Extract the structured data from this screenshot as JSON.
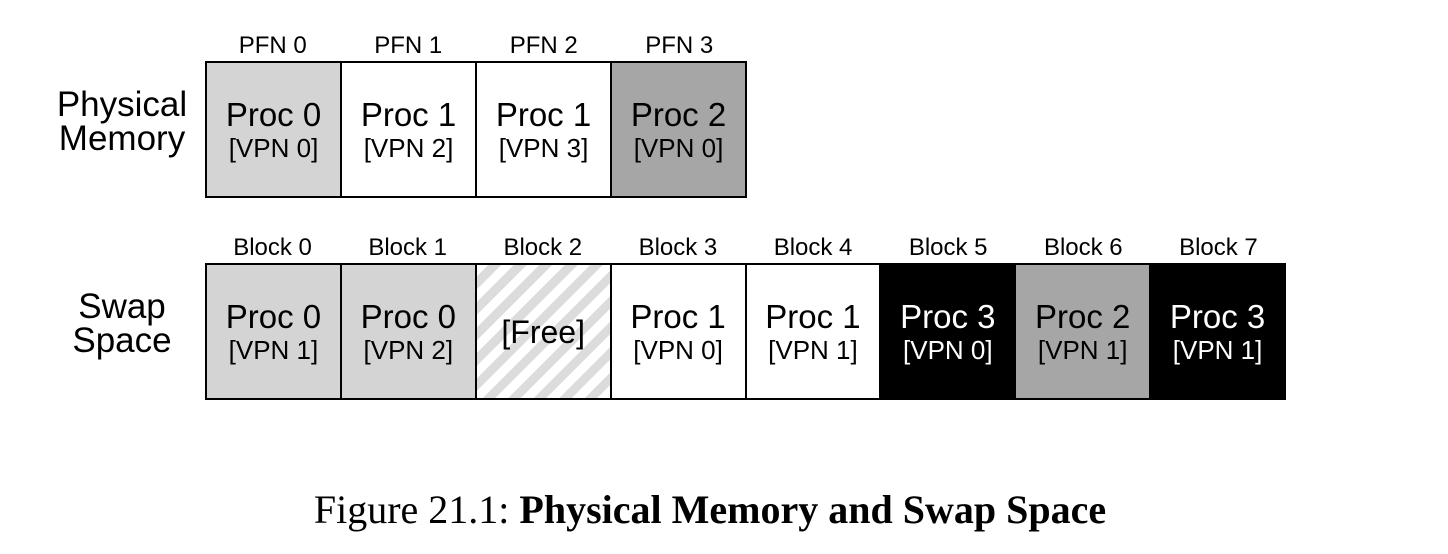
{
  "physical_memory": {
    "label": "Physical\nMemory",
    "columns": [
      {
        "header": "PFN 0",
        "proc": "Proc 0",
        "vpn": "[VPN 0]",
        "shade": "light"
      },
      {
        "header": "PFN 1",
        "proc": "Proc 1",
        "vpn": "[VPN 2]",
        "shade": "white"
      },
      {
        "header": "PFN 2",
        "proc": "Proc 1",
        "vpn": "[VPN 3]",
        "shade": "white"
      },
      {
        "header": "PFN 3",
        "proc": "Proc 2",
        "vpn": "[VPN 0]",
        "shade": "mid"
      }
    ]
  },
  "swap_space": {
    "label": "Swap\nSpace",
    "columns": [
      {
        "header": "Block 0",
        "proc": "Proc 0",
        "vpn": "[VPN 1]",
        "shade": "light"
      },
      {
        "header": "Block 1",
        "proc": "Proc 0",
        "vpn": "[VPN 2]",
        "shade": "light"
      },
      {
        "header": "Block 2",
        "proc": "[Free]",
        "vpn": "",
        "shade": "free"
      },
      {
        "header": "Block 3",
        "proc": "Proc 1",
        "vpn": "[VPN 0]",
        "shade": "white"
      },
      {
        "header": "Block 4",
        "proc": "Proc 1",
        "vpn": "[VPN 1]",
        "shade": "white"
      },
      {
        "header": "Block 5",
        "proc": "Proc 3",
        "vpn": "[VPN 0]",
        "shade": "black"
      },
      {
        "header": "Block 6",
        "proc": "Proc 2",
        "vpn": "[VPN 1]",
        "shade": "mid"
      },
      {
        "header": "Block 7",
        "proc": "Proc 3",
        "vpn": "[VPN 1]",
        "shade": "black"
      }
    ]
  },
  "shade_colors": {
    "light": "#d4d4d4",
    "white": "#ffffff",
    "mid": "#a6a6a6",
    "black": "#000000"
  },
  "caption": {
    "prefix": "Figure 21.1: ",
    "title": "Physical Memory and Swap Space"
  }
}
